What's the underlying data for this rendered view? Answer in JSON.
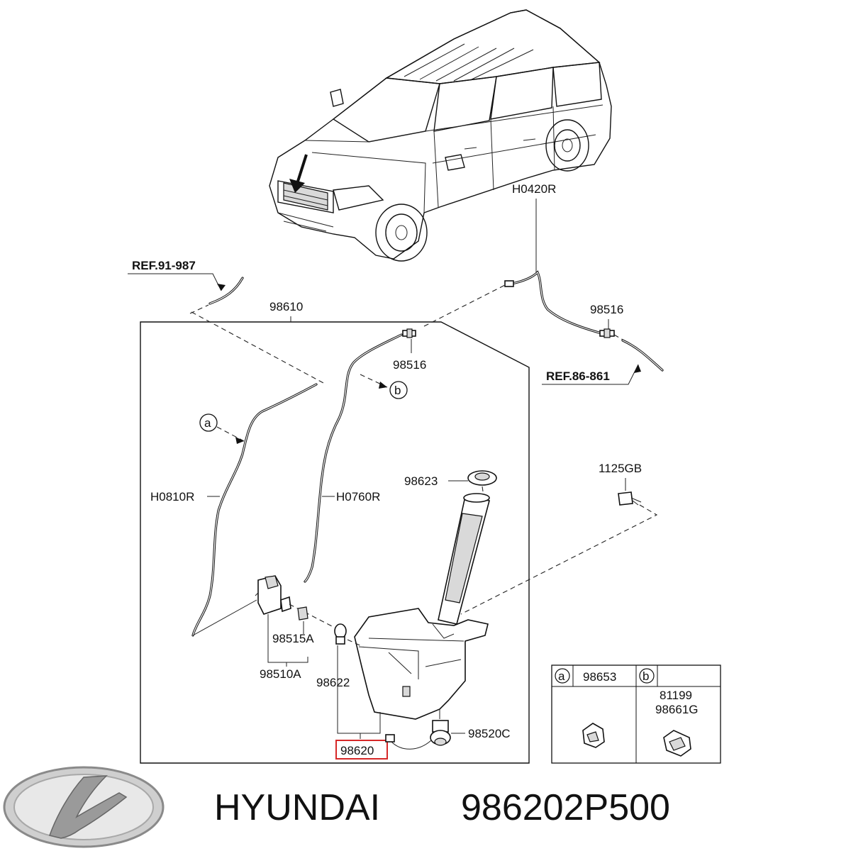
{
  "diagram": {
    "refs": {
      "ref_left": "REF.91-987",
      "ref_right": "REF.86-861"
    },
    "callouts": {
      "hose_top": "H0420R",
      "connector_outer": "98516",
      "assembly": "98610",
      "connector_inner": "98516",
      "bolt": "1125GB",
      "cap": "98623",
      "hose_left": "H0810R",
      "hose_mid": "H0760R",
      "grommet": "98515A",
      "pump": "98510A",
      "seal": "98622",
      "reservoir": "98620",
      "level_sensor": "98520C",
      "marker_a": "a",
      "marker_b": "b"
    },
    "legend": {
      "a_marker": "a",
      "a_part": "98653",
      "b_marker": "b",
      "b_part_1": "81199",
      "b_part_2": "98661G"
    },
    "highlight_color": "#d62828"
  },
  "footer": {
    "brand": "HYUNDAI",
    "part_number": "986202P500"
  }
}
